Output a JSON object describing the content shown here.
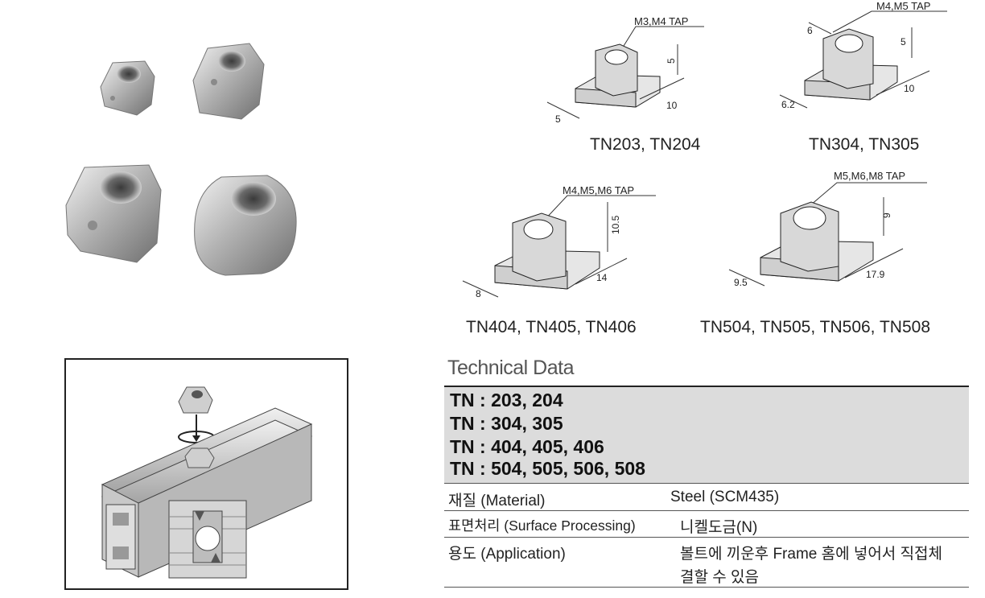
{
  "products": [
    {
      "caption": "TN203, TN204",
      "tap": "M3,M4  TAP",
      "dims": [
        "5",
        "10",
        "5"
      ]
    },
    {
      "caption": "TN304, TN305",
      "tap": "M4,M5 TAP",
      "dims": [
        "6",
        "5",
        "10",
        "6.2"
      ]
    },
    {
      "caption": "TN404, TN405, TN406",
      "tap": "M4,M5,M6 TAP",
      "dims": [
        "10.5",
        "14",
        "8"
      ]
    },
    {
      "caption": "TN504, TN505, TN506, TN508",
      "tap": "M5,M6,M8  TAP",
      "dims": [
        "9",
        "17.9",
        "9.5"
      ]
    }
  ],
  "technical": {
    "title": "Technical Data",
    "tn_lines": [
      "TN : 203, 204",
      "TN : 304, 305",
      "TN : 404, 405, 406",
      "TN : 504, 505, 506, 508"
    ],
    "rows": [
      {
        "label": "재질 (Material)",
        "value": "Steel (SCM435)"
      },
      {
        "label": "표면처리 (Surface Processing)",
        "value": "니켈도금(N)"
      },
      {
        "label": "용도 (Application)",
        "value": "볼트에 끼운후 Frame 홈에 넣어서 직접체",
        "value2": "결할 수 있음"
      }
    ]
  }
}
